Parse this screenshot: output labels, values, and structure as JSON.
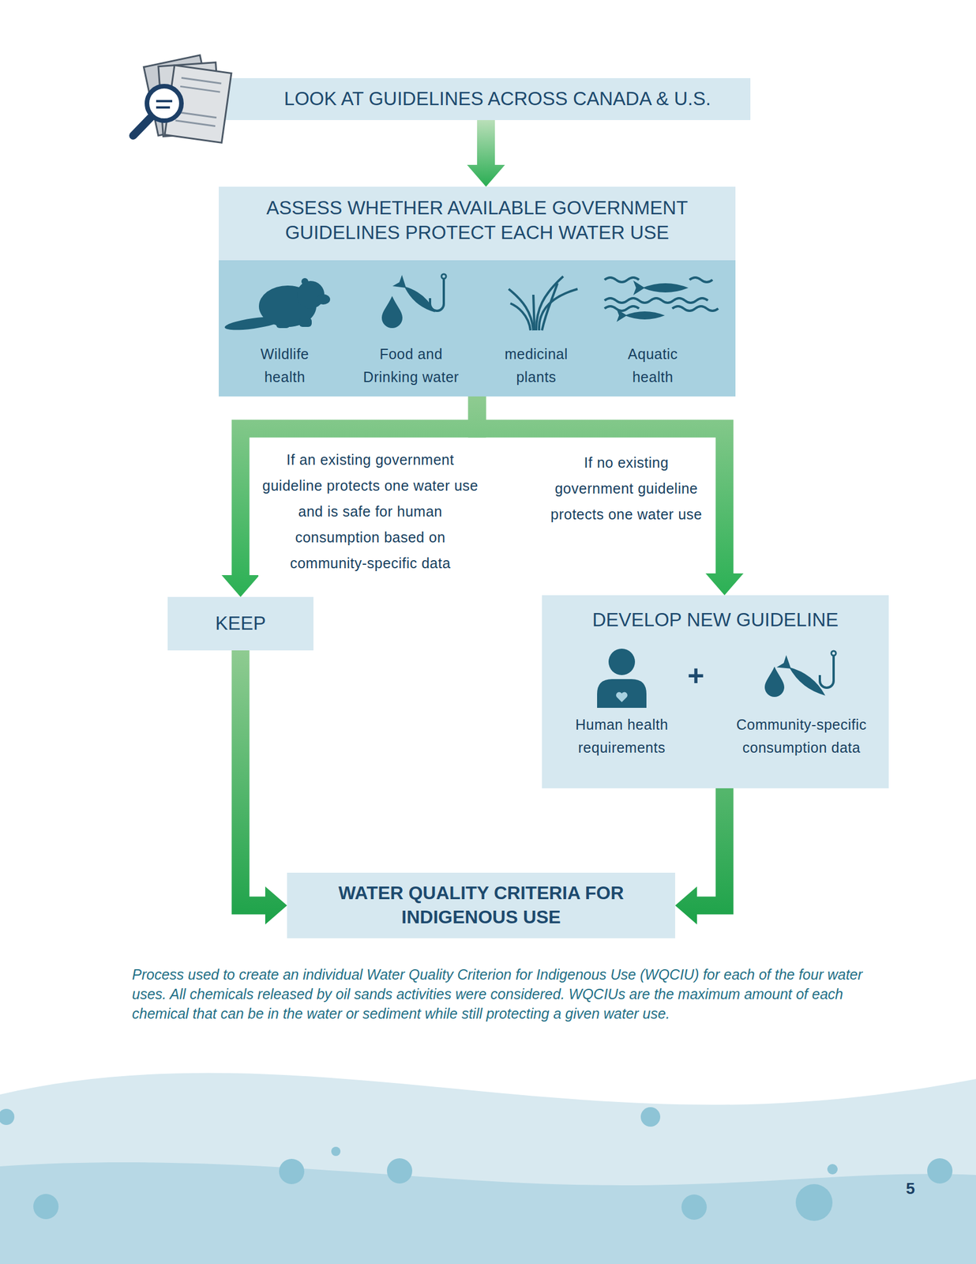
{
  "diagram": {
    "caption": "Process used to create an individual Water Quality Criterion for Indigenous Use (WQCIU) for each of the four water uses. All chemicals released by oil sands activities were considered. WQCIUs are the maximum amount of each chemical that can be in the water or sediment while still protecting a given water use.",
    "nodes": [
      {
        "text": [
          "LOOK AT GUIDELINES ACROSS CANADA & U.S."
        ]
      },
      {
        "text": [
          "ASSESS WHETHER AVAILABLE GOVERNMENT GUIDELINES PROTECT EACH WATER USE"
        ]
      },
      {
        "text": [
          "Wildlife health",
          "Food and Drinking water",
          "medicinal plants",
          "Aquatic health"
        ],
        "in": 1
      },
      {
        "text": [
          "KEEP"
        ]
      },
      {
        "text": [
          "DEVELOP NEW GUIDELINE",
          "Human health requirements",
          "+",
          "Community-specific consumption data"
        ]
      },
      {
        "text": [
          "WATER QUALITY CRITERIA FOR INDIGENOUS USE"
        ]
      }
    ],
    "edges": [
      {
        "from": 0,
        "to": 1,
        "arrow": "to"
      },
      {
        "from": 1,
        "to": 3,
        "arrow": "to",
        "label": "If an existing government guideline protects one water use and is safe for human consumption based on community-specific data"
      },
      {
        "from": 1,
        "to": 4,
        "arrow": "to",
        "label": "If no existing government guideline protects one water use"
      },
      {
        "from": 3,
        "to": 5,
        "arrow": "to"
      },
      {
        "from": 4,
        "to": 5,
        "arrow": "to"
      }
    ],
    "labels": [
      "5"
    ]
  }
}
